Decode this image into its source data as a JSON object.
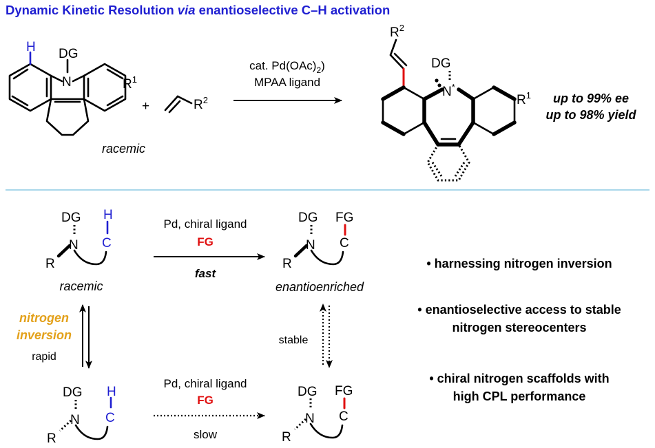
{
  "title": "Dynamic Kinetic Resolution via enantioselective C–H activation",
  "title_parts": {
    "pre": "Dynamic Kinetic Resolution ",
    "via": "via",
    "post": " enantioselective C–H activation"
  },
  "colors": {
    "title": "#1f1fd1",
    "h_atom": "#1f1fd1",
    "fg_bond": "#e01010",
    "fg_label": "#e01010",
    "nitrogen_inversion": "#e3a11b",
    "divider": "#a9d7ea"
  },
  "top": {
    "sm_labels": {
      "h": "H",
      "dg": "DG",
      "n": "N",
      "r1": "R",
      "r1_sup": "1"
    },
    "plus": "+",
    "alkene": {
      "r": "R",
      "sup": "2"
    },
    "racemic": "racemic",
    "conditions": {
      "line1_pre": "cat. Pd(OAc)",
      "line1_sub": "2",
      "line2": "MPAA ligand"
    },
    "product_labels": {
      "r2": "R",
      "r2_sup": "2",
      "dg": "DG",
      "n": "N",
      "star": "*",
      "r1": "R",
      "r1_sup": "1"
    },
    "results": [
      "up to 99% ee",
      "up to 98% yield"
    ]
  },
  "bottom": {
    "dg": "DG",
    "n": "N",
    "r": "R",
    "c": "C",
    "h": "H",
    "fg": "FG",
    "fast_conditions": [
      "Pd, chiral ligand",
      "FG"
    ],
    "fast": "fast",
    "slow_conditions": [
      "Pd, chiral ligand",
      "FG"
    ],
    "slow": "slow",
    "racemic": "racemic",
    "enantioenriched": "enantioenriched",
    "nitrogen_inversion": [
      "nitrogen",
      "inversion"
    ],
    "rapid": "rapid",
    "stable": "stable"
  },
  "bullets": [
    [
      "harnessing nitrogen inversion"
    ],
    [
      "enantioselective access to stable",
      "nitrogen stereocenters"
    ],
    [
      "chiral nitrogen scaffolds with",
      "high CPL performance"
    ]
  ]
}
